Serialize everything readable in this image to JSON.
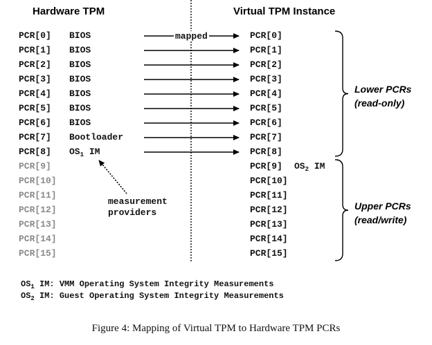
{
  "headings": {
    "left": "Hardware TPM",
    "right": "Virtual TPM Instance"
  },
  "mapped_label": "mapped",
  "hw_rows": [
    {
      "pcr": "PCR[0]",
      "label": "BIOS",
      "dim": false
    },
    {
      "pcr": "PCR[1]",
      "label": "BIOS",
      "dim": false
    },
    {
      "pcr": "PCR[2]",
      "label": "BIOS",
      "dim": false
    },
    {
      "pcr": "PCR[3]",
      "label": "BIOS",
      "dim": false
    },
    {
      "pcr": "PCR[4]",
      "label": "BIOS",
      "dim": false
    },
    {
      "pcr": "PCR[5]",
      "label": "BIOS",
      "dim": false
    },
    {
      "pcr": "PCR[6]",
      "label": "BIOS",
      "dim": false
    },
    {
      "pcr": "PCR[7]",
      "label": "Bootloader",
      "dim": false
    },
    {
      "pcr": "PCR[8]",
      "label": "OS",
      "sub": "1",
      "suffix": " IM",
      "dim": false
    },
    {
      "pcr": "PCR[9]",
      "label": "",
      "dim": true
    },
    {
      "pcr": "PCR[10]",
      "label": "",
      "dim": true
    },
    {
      "pcr": "PCR[11]",
      "label": "",
      "dim": true
    },
    {
      "pcr": "PCR[12]",
      "label": "",
      "dim": true
    },
    {
      "pcr": "PCR[13]",
      "label": "",
      "dim": true
    },
    {
      "pcr": "PCR[14]",
      "label": "",
      "dim": true
    },
    {
      "pcr": "PCR[15]",
      "label": "",
      "dim": true
    }
  ],
  "vt_rows": [
    {
      "pcr": "PCR[0]"
    },
    {
      "pcr": "PCR[1]"
    },
    {
      "pcr": "PCR[2]"
    },
    {
      "pcr": "PCR[3]"
    },
    {
      "pcr": "PCR[4]"
    },
    {
      "pcr": "PCR[5]"
    },
    {
      "pcr": "PCR[6]"
    },
    {
      "pcr": "PCR[7]"
    },
    {
      "pcr": "PCR[8]"
    },
    {
      "pcr": "PCR[9]",
      "label": "OS",
      "sub": "2",
      "suffix": " IM"
    },
    {
      "pcr": "PCR[10]"
    },
    {
      "pcr": "PCR[11]"
    },
    {
      "pcr": "PCR[12]"
    },
    {
      "pcr": "PCR[13]"
    },
    {
      "pcr": "PCR[14]"
    },
    {
      "pcr": "PCR[15]"
    }
  ],
  "mapped_count": 9,
  "measurement_label": [
    "measurement",
    "providers"
  ],
  "groups": {
    "lower": [
      "Lower PCRs",
      "(read-only)"
    ],
    "upper": [
      "Upper PCRs",
      "(read/write)"
    ]
  },
  "legend": [
    {
      "term": "OS",
      "sub": "1",
      "rest": " IM: VMM Operating System Integrity Measurements"
    },
    {
      "term": "OS",
      "sub": "2",
      "rest": " IM: Guest Operating System Integrity Measurements"
    }
  ],
  "caption": "Figure 4: Mapping of Virtual TPM to Hardware TPM PCRs",
  "colors": {
    "ink": "#000000",
    "dim": "#8a8a8a",
    "group": "#1a3a8a"
  }
}
